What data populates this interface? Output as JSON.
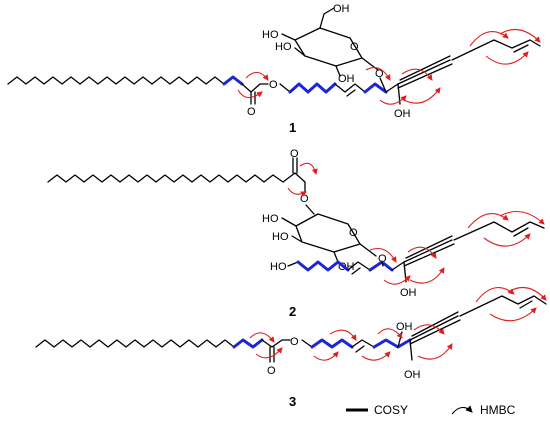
{
  "compounds": [
    {
      "id": "1",
      "labels": {
        "ho1": "HO",
        "ho2": "HO",
        "oh3": "OH",
        "oh4": "OH",
        "o_ring": "O",
        "o_ester": "O",
        "o_carbonyl": "O",
        "o_glyc": "O",
        "oh_bot": "OH"
      }
    },
    {
      "id": "2",
      "labels": {
        "o_carbonyl": "O",
        "o_ester": "O",
        "ho1": "HO",
        "ho2": "HO",
        "o_ring": "O",
        "oh3": "OH",
        "o_glyc": "O",
        "ho_term": "HO",
        "oh_bot": "OH"
      }
    },
    {
      "id": "3",
      "labels": {
        "o_carbonyl": "O",
        "o_ester": "O",
        "oh_top": "OH",
        "oh_bot": "OH"
      }
    }
  ],
  "legend": {
    "cosy": "COSY",
    "hmbc": "HMBC"
  },
  "colors": {
    "cosy": "#1c25d8",
    "hmbc": "#e02020",
    "bond": "#000000"
  }
}
